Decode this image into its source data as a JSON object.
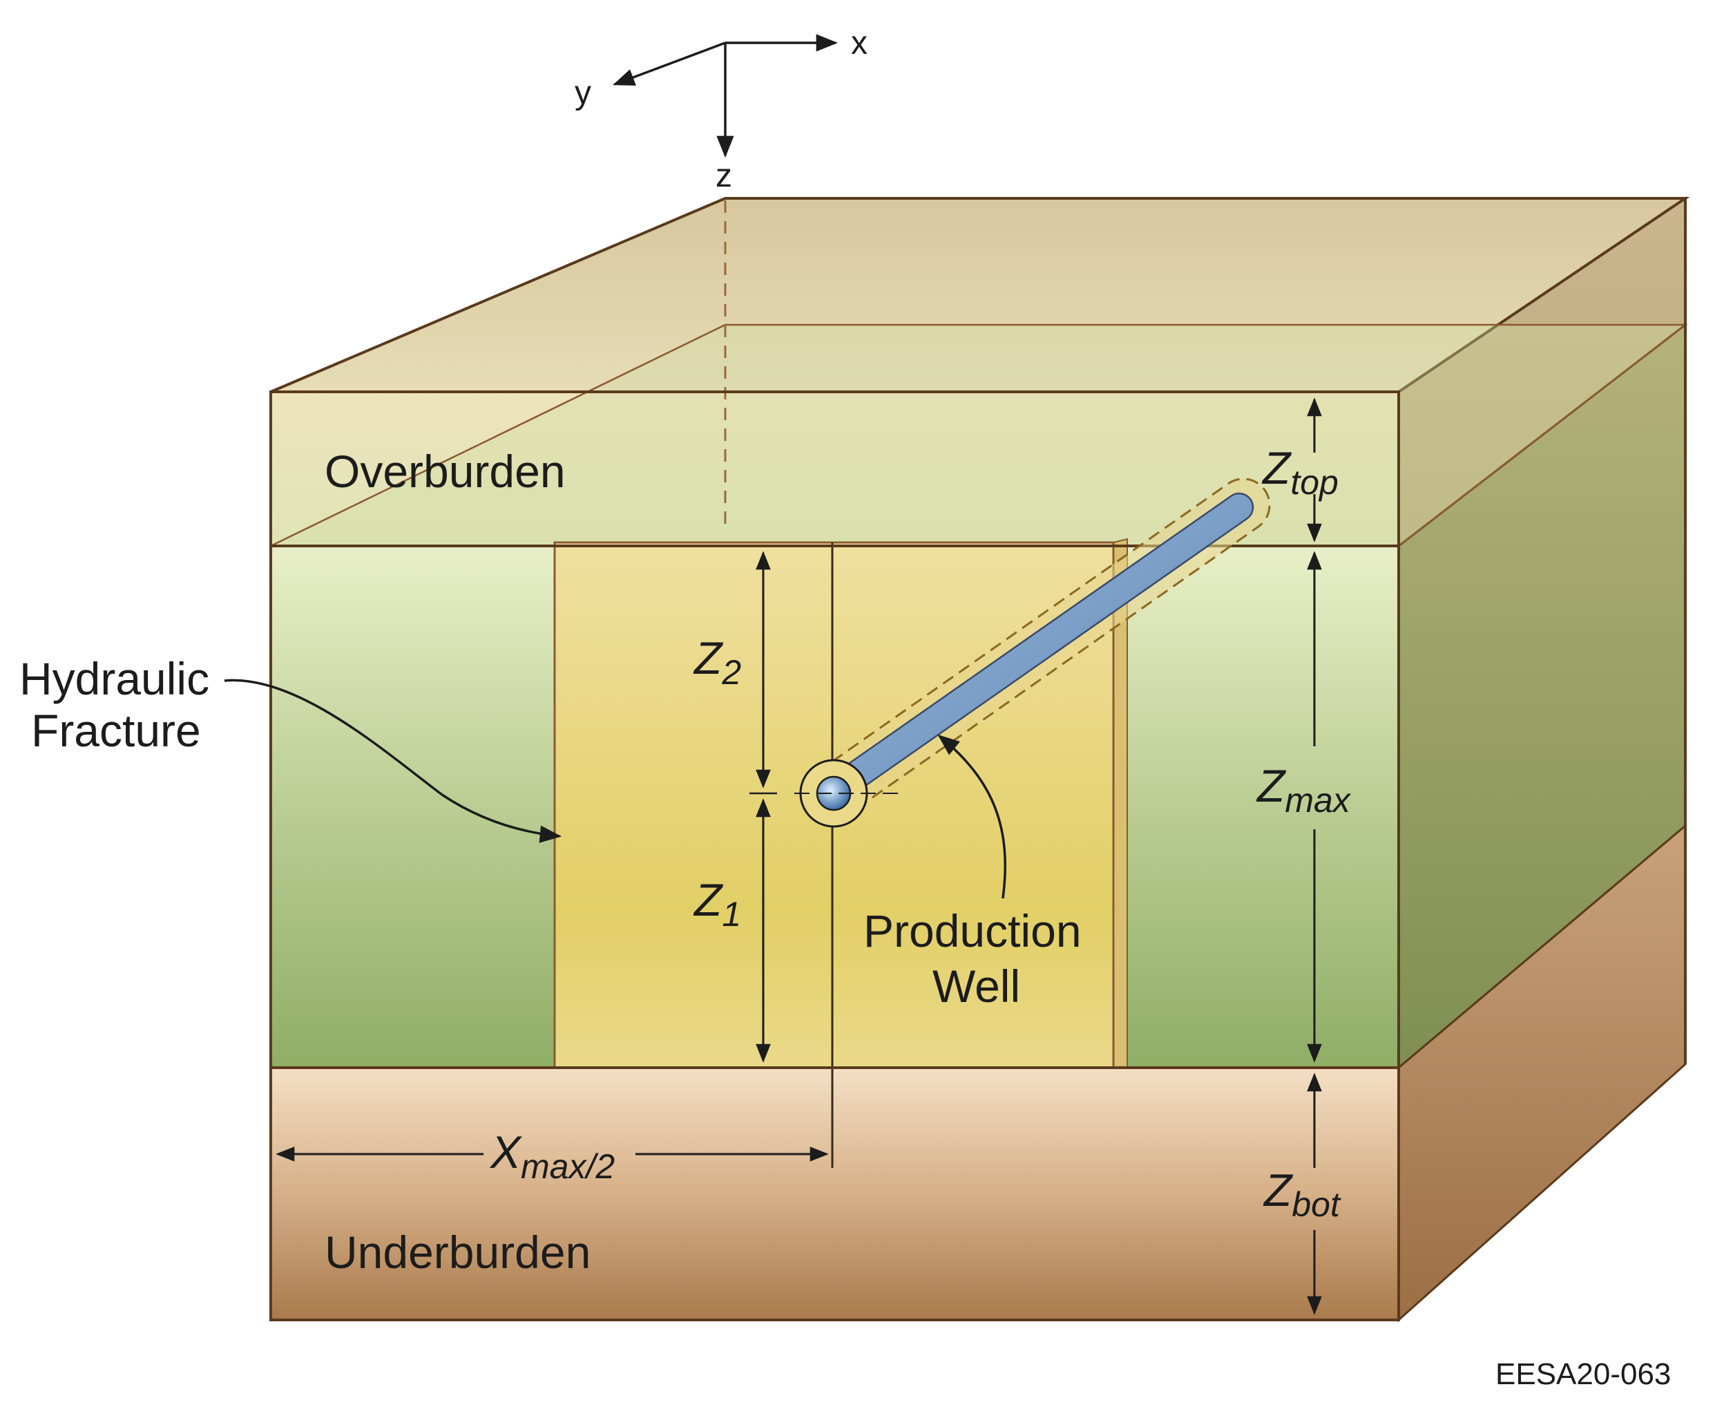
{
  "axes": {
    "x": "x",
    "y": "y",
    "z": "z"
  },
  "layers": {
    "overburden": "Overburden",
    "underburden": "Underburden"
  },
  "callouts": {
    "fracture_line1": "Hydraulic",
    "fracture_line2": "Fracture",
    "well_line1": "Production",
    "well_line2": "Well"
  },
  "dimensions": {
    "z_top": {
      "base": "Z",
      "sub": "top"
    },
    "z_max": {
      "base": "Z",
      "sub": "max"
    },
    "z_bot": {
      "base": "Z",
      "sub": "bot"
    },
    "z_2": {
      "base": "Z",
      "sub": "2"
    },
    "z_1": {
      "base": "Z",
      "sub": "1"
    },
    "x_half": {
      "base": "X",
      "sub": "max/2"
    }
  },
  "figure_id": "EESA20-063",
  "colors": {
    "outline": "#5a3a1c",
    "overburden": "#e6dfb0",
    "reservoir": "#a6bd7a",
    "underburden": "#c49a6a",
    "fracture": "#e6d27a",
    "well": "#6f96c4"
  }
}
